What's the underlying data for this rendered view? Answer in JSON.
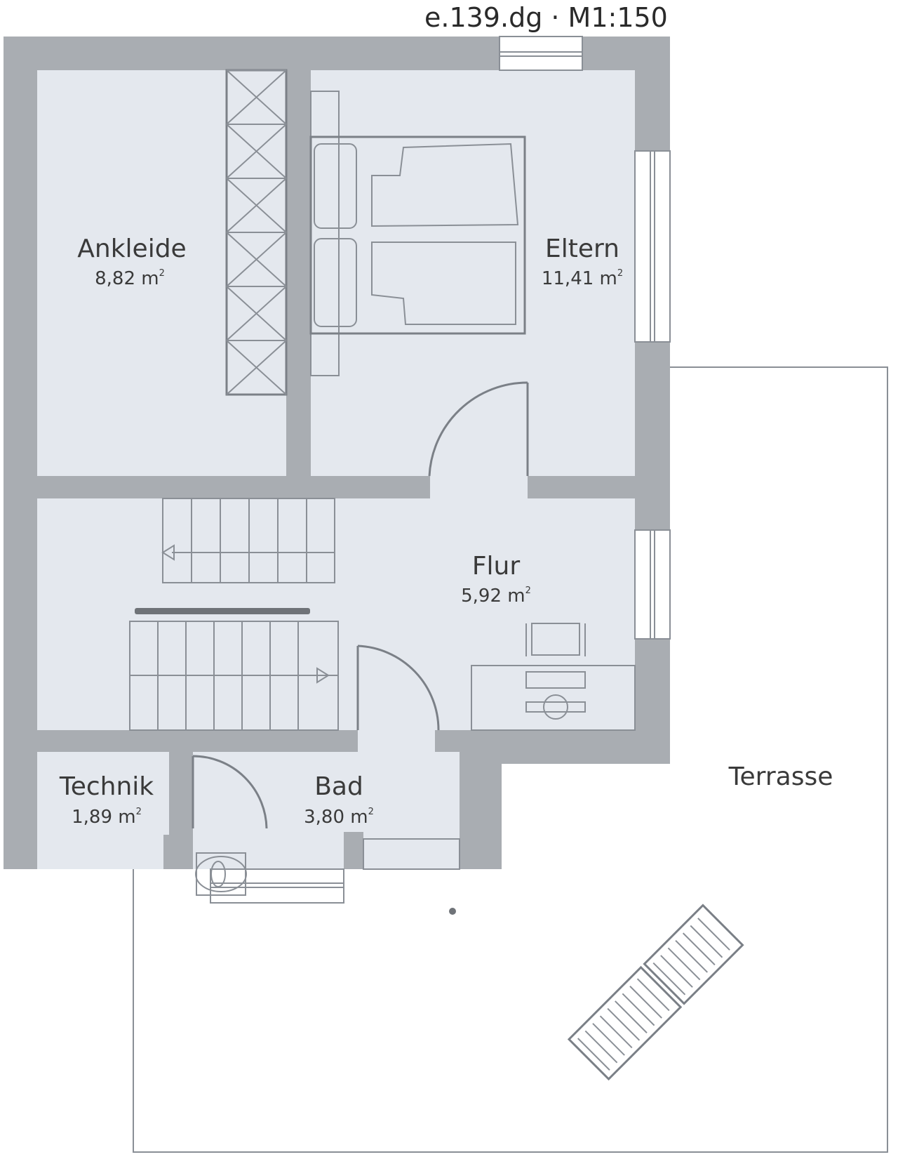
{
  "header": {
    "title": "e.139.dg · M1:150"
  },
  "rooms": {
    "ankleide": {
      "name": "Ankleide",
      "area": "8,82 m",
      "unit_sup": "2"
    },
    "eltern": {
      "name": "Eltern",
      "area": "11,41 m",
      "unit_sup": "2"
    },
    "flur": {
      "name": "Flur",
      "area": "5,92 m",
      "unit_sup": "2"
    },
    "technik": {
      "name": "Technik",
      "area": "1,89 m",
      "unit_sup": "2"
    },
    "bad": {
      "name": "Bad",
      "area": "3,80 m",
      "unit_sup": "2"
    },
    "terrasse": {
      "name": "Terrasse"
    }
  },
  "colors": {
    "wall": "#a9adb2",
    "floor": "#e4e8ee",
    "line": "#7b8087"
  }
}
